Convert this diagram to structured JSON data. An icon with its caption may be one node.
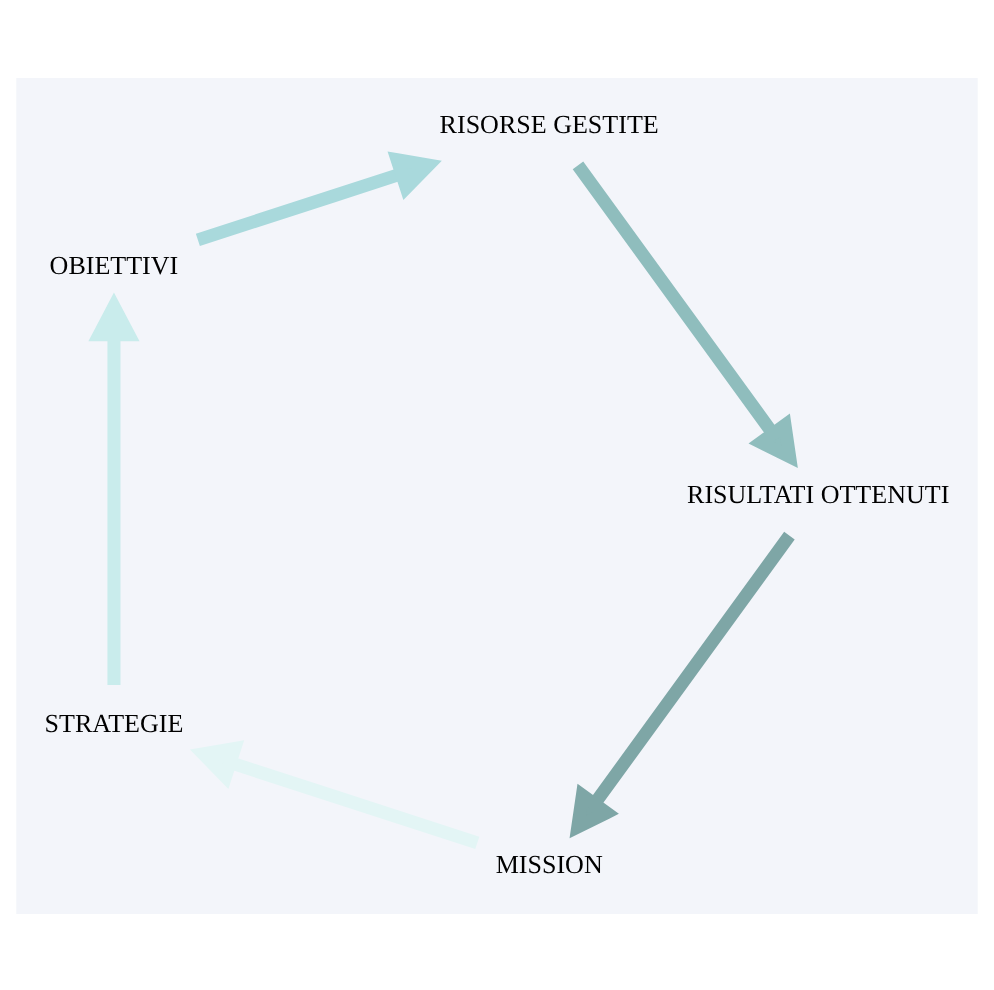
{
  "diagram": {
    "nodes": [
      {
        "text": [
          "MISSION"
        ]
      },
      {
        "text": [
          "STRATEGIE"
        ]
      },
      {
        "text": [
          "OBIETTIVI"
        ]
      },
      {
        "text": [
          "RISORSE GESTITE"
        ]
      },
      {
        "text": [
          "RISULTATI OTTENUTI"
        ]
      }
    ],
    "edges": [
      {
        "from": 0,
        "to": 1,
        "arrow": "to",
        "color": "#e3f5f5"
      },
      {
        "from": 1,
        "to": 2,
        "arrow": "to",
        "color": "#c9ecec"
      },
      {
        "from": 2,
        "to": 3,
        "arrow": "to",
        "color": "#a9d9dc"
      },
      {
        "from": 3,
        "to": 4,
        "arrow": "to",
        "color": "#8fbdbd"
      },
      {
        "from": 4,
        "to": 0,
        "arrow": "to",
        "color": "#7ea6a6"
      }
    ]
  }
}
